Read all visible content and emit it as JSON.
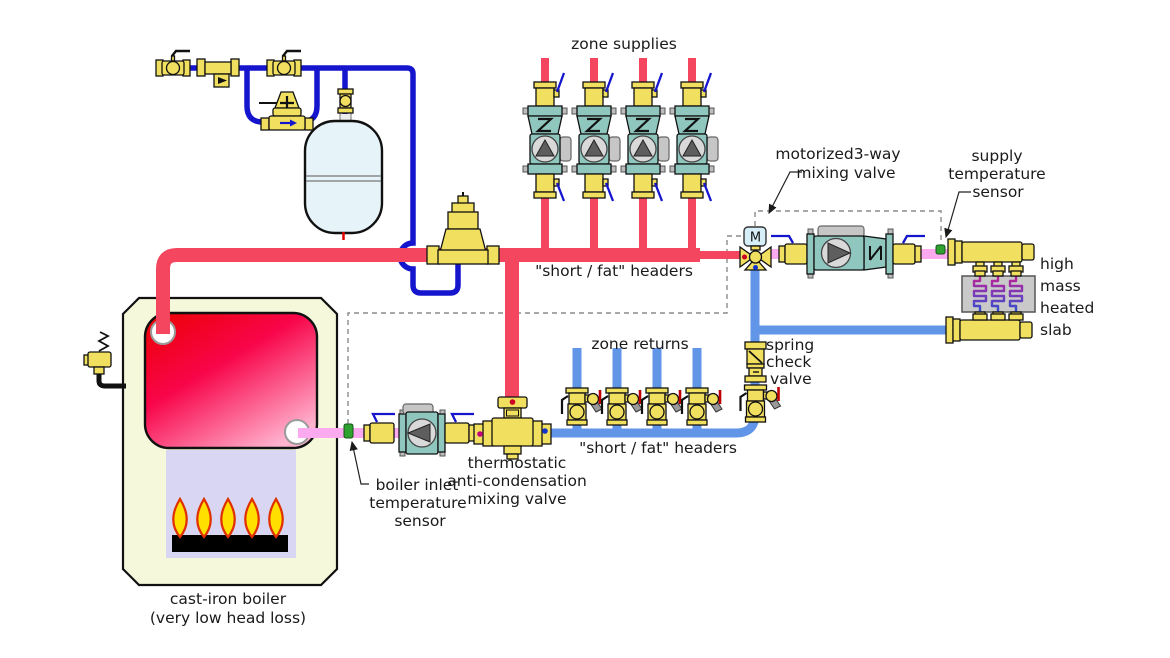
{
  "labels": {
    "zone_supplies": "zone supplies",
    "supply_headers": "\"short / fat\" headers",
    "zone_returns": "zone returns",
    "return_headers": "\"short / fat\" headers",
    "spring_check_valve": [
      "spring",
      "check",
      "valve"
    ],
    "motorized_mixing_valve": [
      "motorized3-way",
      "mixing valve"
    ],
    "supply_temperature_sensor": [
      "supply",
      "temperature",
      "sensor"
    ],
    "high_mass_heated_slab": [
      "high",
      "mass",
      "heated",
      "slab"
    ],
    "thermostatic_mixing_valve": [
      "thermostatic",
      "anti-condensation",
      "mixing valve"
    ],
    "boiler_inlet_temperature_sensor": [
      "boiler inlet",
      "temperature",
      "sensor"
    ],
    "boiler_caption": [
      "cast-iron boiler",
      "(very low head loss)"
    ],
    "motor_actuator": "M"
  },
  "colors": {
    "supply_red": "#f5465f",
    "return_blue": "#6095e8",
    "mixed_pink": "#fcaaf0",
    "cold_fill_blue": "#1515cd",
    "brass_yellow": "#f1df5f",
    "pump_teal": "#8fc6be",
    "sensor_green": "#2ea12e",
    "control_wire_gray": "#8c8c8c",
    "boiler_hot_red": "#ee0000",
    "boiler_hot_pink": "#ffb3cf",
    "combustion_lavender": "#d9d6f3",
    "flame_yellow": "#ffdf00",
    "flame_red": "#e03000",
    "jacket_cream": "#f5f8db",
    "tank_blue": "#e6f3f9",
    "slab_gray": "#c9c9c9"
  }
}
